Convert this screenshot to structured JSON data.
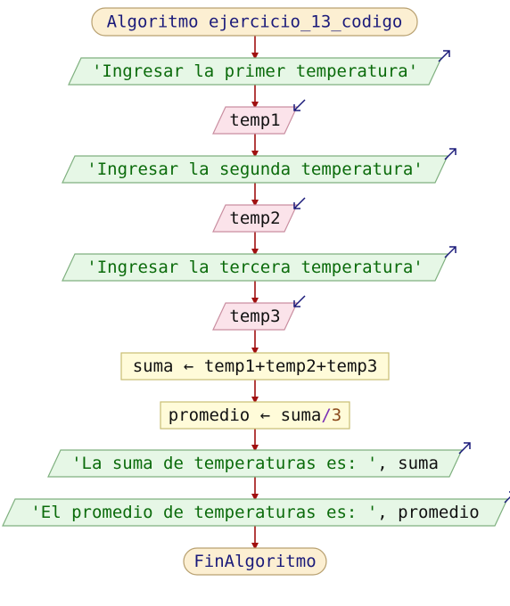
{
  "diagram": {
    "title": "Algoritmo ejercicio_13_codigo",
    "end": "FinAlgoritmo",
    "steps": [
      {
        "kind": "output",
        "parts": [
          {
            "text": "'Ingresar la primer temperatura'",
            "role": "string"
          }
        ]
      },
      {
        "kind": "input",
        "parts": [
          {
            "text": "temp1",
            "role": "var"
          }
        ]
      },
      {
        "kind": "output",
        "parts": [
          {
            "text": "'Ingresar la segunda temperatura'",
            "role": "string"
          }
        ]
      },
      {
        "kind": "input",
        "parts": [
          {
            "text": "temp2",
            "role": "var"
          }
        ]
      },
      {
        "kind": "output",
        "parts": [
          {
            "text": "'Ingresar la tercera temperatura'",
            "role": "string"
          }
        ]
      },
      {
        "kind": "input",
        "parts": [
          {
            "text": "temp3",
            "role": "var"
          }
        ]
      },
      {
        "kind": "process",
        "parts": [
          {
            "text": "suma",
            "role": "var"
          },
          {
            "text": " ← ",
            "role": "var"
          },
          {
            "text": "temp1+temp2+temp3",
            "role": "var"
          }
        ]
      },
      {
        "kind": "process",
        "parts": [
          {
            "text": "promedio",
            "role": "var"
          },
          {
            "text": " ← ",
            "role": "var"
          },
          {
            "text": "suma",
            "role": "var"
          },
          {
            "text": "/",
            "role": "op"
          },
          {
            "text": "3",
            "role": "num"
          }
        ]
      },
      {
        "kind": "output",
        "parts": [
          {
            "text": "'La suma de temperaturas es: '",
            "role": "string"
          },
          {
            "text": ", suma",
            "role": "var"
          }
        ]
      },
      {
        "kind": "output",
        "parts": [
          {
            "text": "'El promedio de temperaturas es: '",
            "role": "string"
          },
          {
            "text": ", promedio",
            "role": "var"
          }
        ]
      }
    ]
  },
  "colors": {
    "terminal_fill": "#fcefd2",
    "terminal_stroke": "#b8a070",
    "terminal_text": "#1a1a7a",
    "output_fill": "#e6f7e6",
    "output_stroke": "#7fb07f",
    "input_fill": "#fbe3ea",
    "input_stroke": "#c98ea0",
    "process_fill": "#fffbd9",
    "process_stroke": "#c9bd73",
    "connector": "#a01010",
    "string_text": "#0b6b0b",
    "var_text": "#111111",
    "op_text": "#7a2fb5",
    "num_text": "#8b4a1b",
    "io_arrow": "#1a1a7a"
  }
}
